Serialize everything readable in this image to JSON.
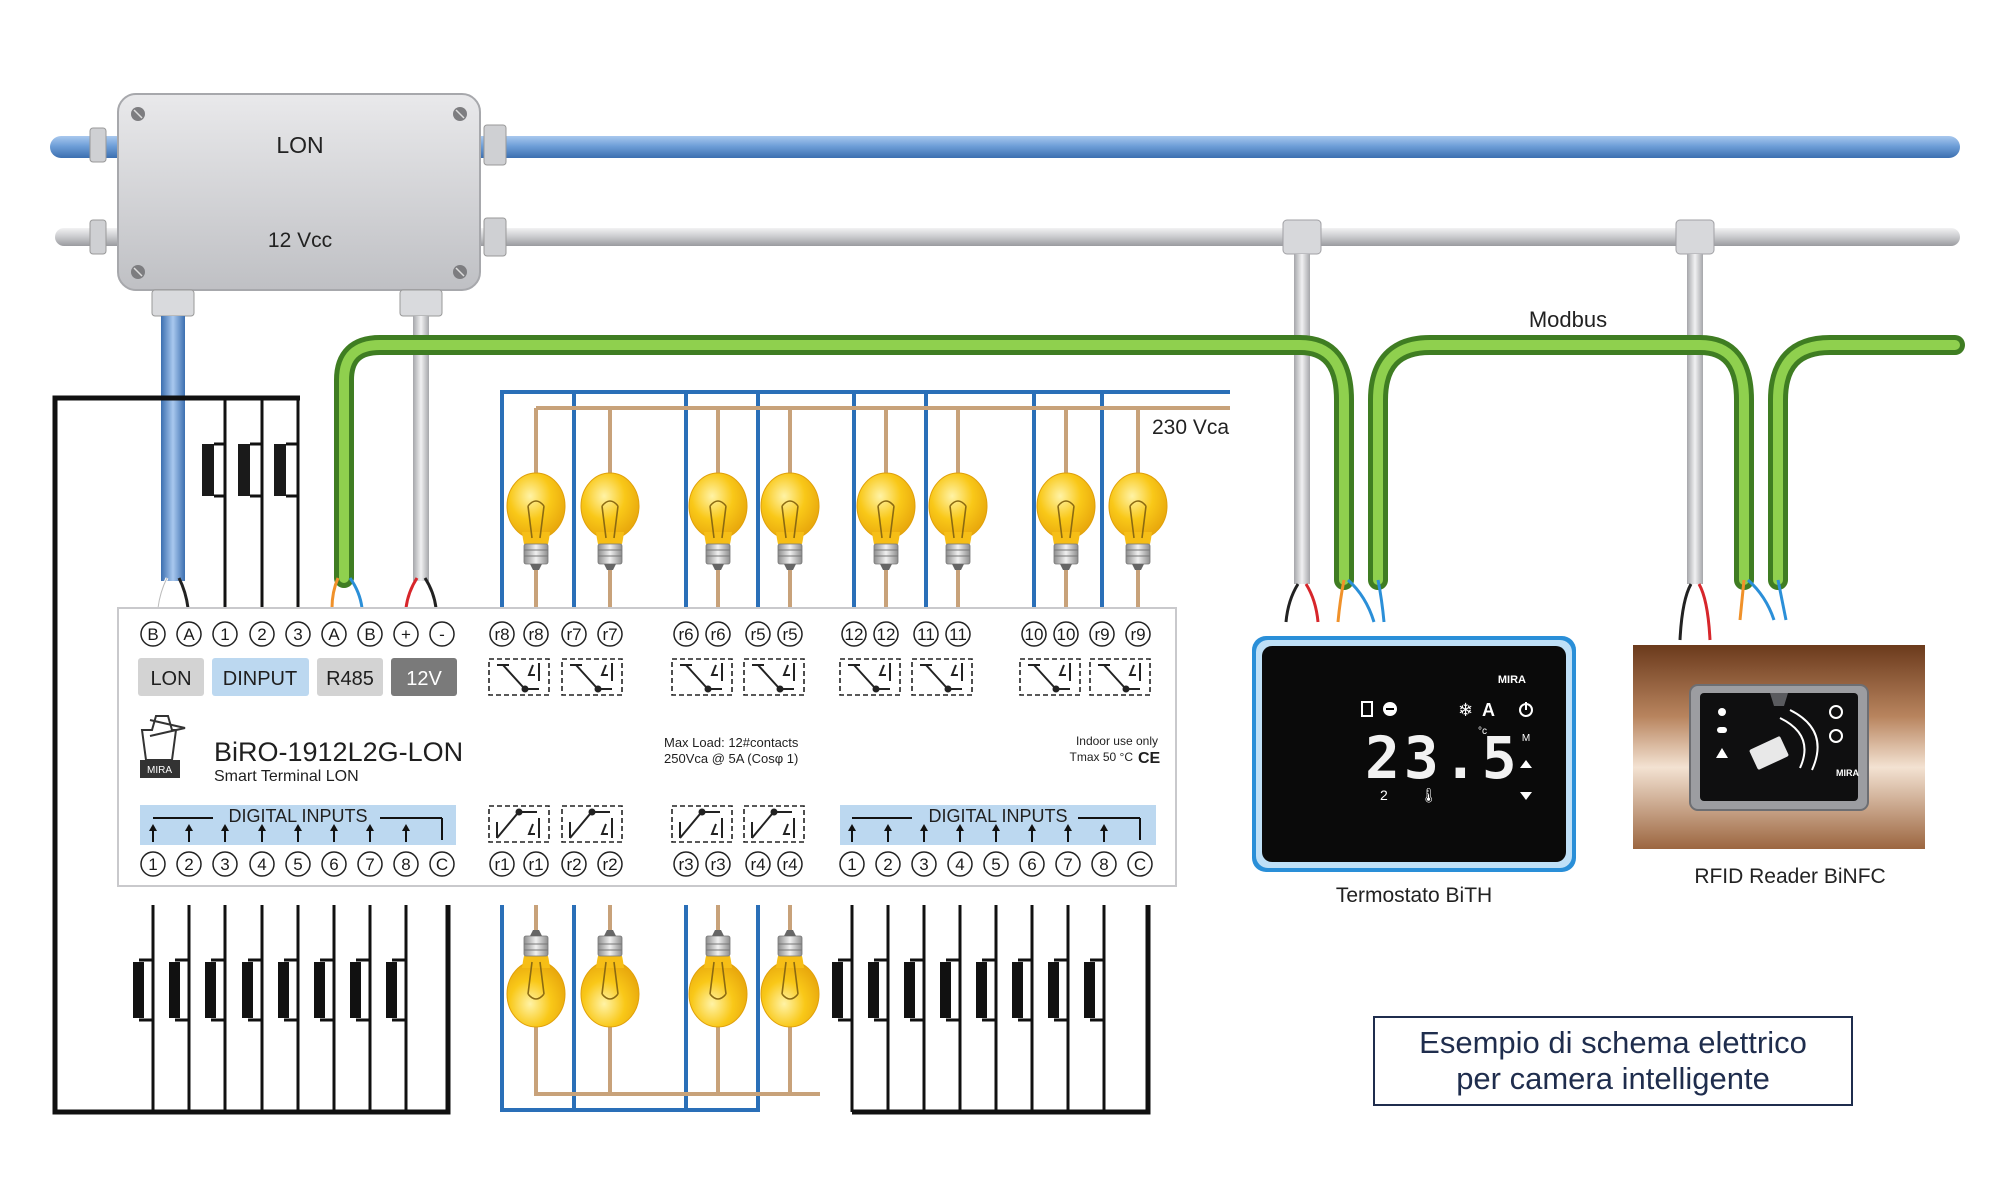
{
  "bus": {
    "lon": "LON",
    "power": "12 Vcc",
    "modbus": "Modbus",
    "mains": "230 Vca"
  },
  "module": {
    "name": "BiRO-1912L2G-LON",
    "subtitle": "Smart Terminal LON",
    "logo_text": "MIRA",
    "maxload_line1": "Max Load:  12#contacts",
    "maxload_line2": "250Vca @ 5A    (Cosφ 1)",
    "indoor_line1": "Indoor use only",
    "indoor_line2": "Tmax 50 °C",
    "ce_mark": "CE",
    "top_left_terminals": [
      "B",
      "A",
      "1",
      "2",
      "3",
      "A",
      "B",
      "+",
      "-"
    ],
    "group_labels": [
      "LON",
      "DINPUT",
      "R485",
      "12V"
    ],
    "top_relay_terminals": [
      "r8",
      "r8",
      "r7",
      "r7",
      "r6",
      "r6",
      "r5",
      "r5",
      "12",
      "12",
      "11",
      "11",
      "10",
      "10",
      "r9",
      "r9"
    ],
    "bottom_relay_terminals": [
      "r1",
      "r1",
      "r2",
      "r2",
      "r3",
      "r3",
      "r4",
      "r4"
    ],
    "digital_inputs_label": "DIGITAL INPUTS",
    "di_terminals": [
      "1",
      "2",
      "3",
      "4",
      "5",
      "6",
      "7",
      "8",
      "C"
    ]
  },
  "thermostat": {
    "caption": "Termostato BiTH",
    "brand": "MIRA",
    "display": "23.5",
    "unit": "°c",
    "mode_letter": "A",
    "side_label": "M"
  },
  "rfid": {
    "caption": "RFID Reader BiNFC",
    "brand": "MIRA"
  },
  "title": {
    "line1": "Esempio di schema elettrico",
    "line2": "per camera intelligente"
  },
  "colors": {
    "lon_cable": "#6f9fd8",
    "power_cable": "#cfd0d4",
    "modbus_cable": "#6fb33a",
    "mains_wire": "#2a6fb8",
    "neutral_wire": "#c8a27a",
    "bulb": "#f7c51b",
    "label_blue": "#bcd8f0",
    "label_grey": "#d3d3d3",
    "label_dark": "#7a7a7a"
  }
}
